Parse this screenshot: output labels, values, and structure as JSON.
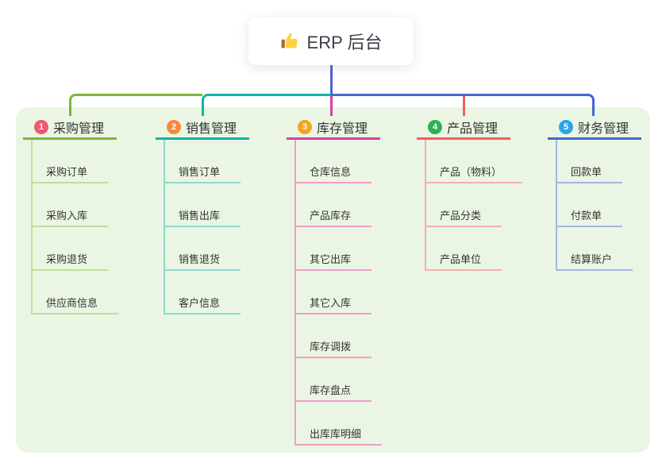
{
  "root": {
    "title": "ERP 后台",
    "icon": "thumbs-up"
  },
  "branches": [
    {
      "index": "1",
      "label": "采购管理",
      "badge_color": "#f4566e",
      "line_color": "#7cb53d",
      "light_color": "#bedf97",
      "children": [
        "采购订单",
        "采购入库",
        "采购退货",
        "供应商信息"
      ]
    },
    {
      "index": "2",
      "label": "销售管理",
      "badge_color": "#f9883d",
      "line_color": "#13b3a6",
      "light_color": "#8ed9d1",
      "children": [
        "销售订单",
        "销售出库",
        "销售退货",
        "客户信息"
      ]
    },
    {
      "index": "3",
      "label": "库存管理",
      "badge_color": "#f6a41f",
      "line_color": "#d6419e",
      "light_color": "#f19dca",
      "children": [
        "仓库信息",
        "产品库存",
        "其它出库",
        "其它入库",
        "库存调拨",
        "库存盘点",
        "出库库明细"
      ]
    },
    {
      "index": "4",
      "label": "产品管理",
      "badge_color": "#2eb155",
      "line_color": "#f15f5c",
      "light_color": "#f7aeab",
      "children": [
        "产品（物料）",
        "产品分类",
        "产品单位"
      ]
    },
    {
      "index": "5",
      "label": "财务管理",
      "badge_color": "#2ba5ea",
      "line_color": "#4366d4",
      "light_color": "#a4b4e4",
      "children": [
        "回款单",
        "付款单",
        "结算账户"
      ]
    }
  ],
  "connector": {
    "root_color": "#4e62cf"
  },
  "colors": {
    "page_bg": "#ffffff",
    "panel_bg": "#eaf6e3",
    "text": "#333333",
    "root_text": "#3a3f47",
    "thumb_hand": "#fdd23e",
    "thumb_cuff": "#b06a30"
  }
}
